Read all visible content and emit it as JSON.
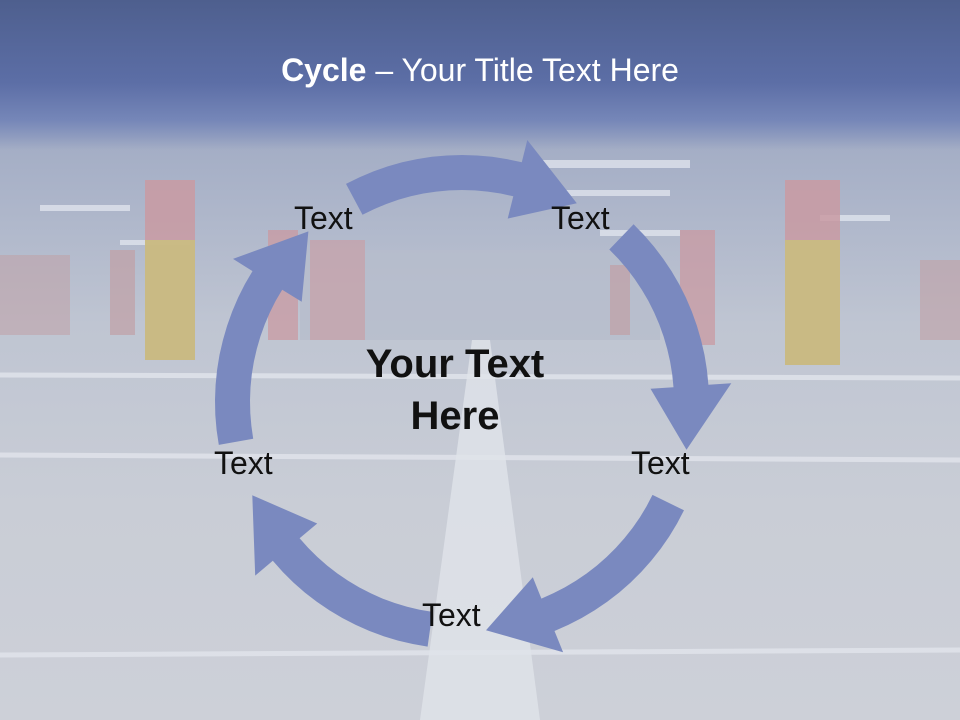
{
  "slide": {
    "title_bold": "Cycle",
    "title_rest": " – Your Title Text Here",
    "center_text": "Your Text Here",
    "labels": [
      "Text",
      "Text",
      "Text",
      "Text",
      "Text"
    ]
  },
  "colors": {
    "arrow": "#7a89bf",
    "title_band": "#5c6ea6",
    "text": "#111111"
  }
}
